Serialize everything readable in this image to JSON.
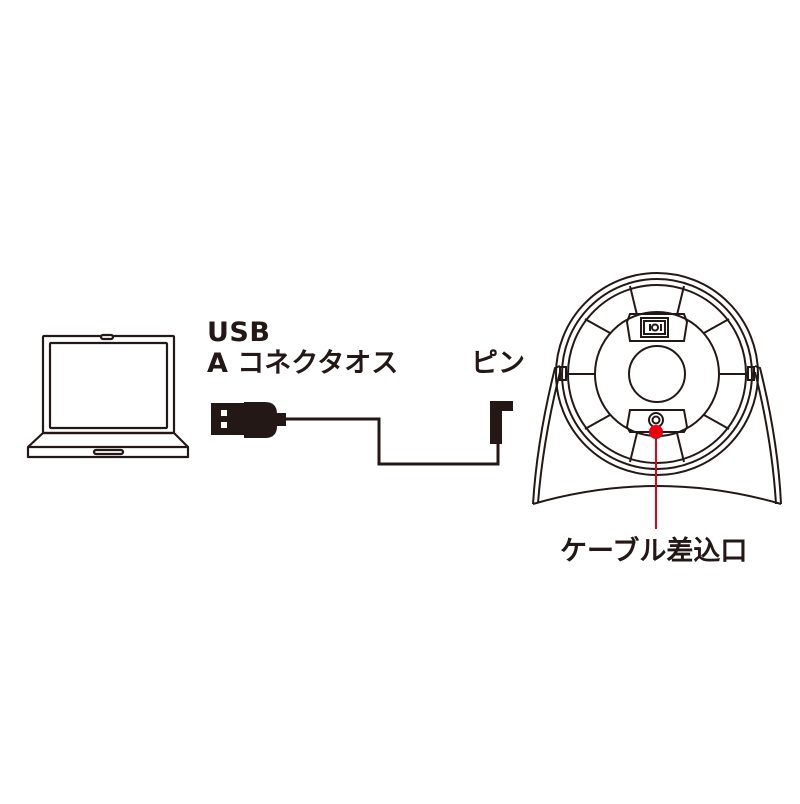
{
  "diagram": {
    "type": "connection-illustration",
    "labels": {
      "usb_line1": "USB",
      "usb_line2": "A コネクタオス",
      "pin": "ピン",
      "cable_port": "ケーブル差込口"
    },
    "components": [
      {
        "name": "laptop",
        "icon": "laptop-icon"
      },
      {
        "name": "usb-cable",
        "icon": "usb-a-male-plug-icon",
        "end": "l-shaped-pin-plug-icon"
      },
      {
        "name": "desk-fan",
        "icon": "fan-icon",
        "features": [
          "power-switch",
          "cable-port"
        ]
      }
    ],
    "colors": {
      "line": "#231815",
      "callout": "#e60012",
      "background": "#ffffff"
    }
  }
}
